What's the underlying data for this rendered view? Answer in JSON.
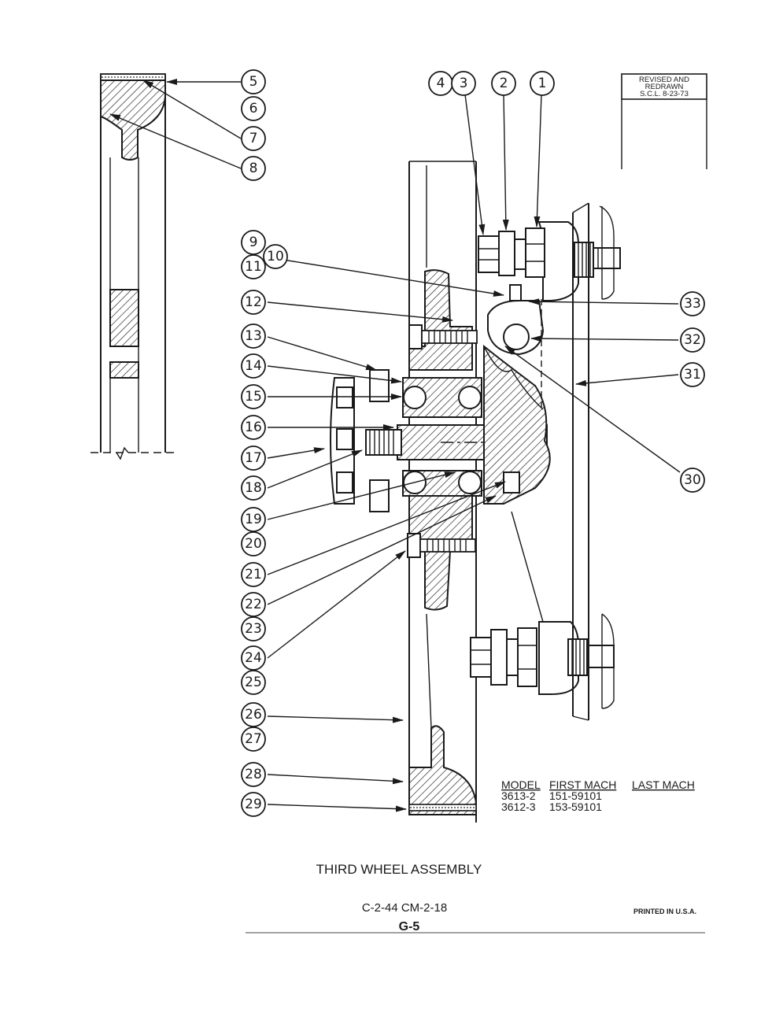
{
  "title": "THIRD WHEEL ASSEMBLY",
  "drawing_ref": "C-2-44 CM-2-18",
  "page_id": "G-5",
  "printed": "PRINTED IN U.S.A.",
  "revision": {
    "line1": "REVISED AND",
    "line2": "REDRAWN",
    "line3": "S.C.L. 8-23-73"
  },
  "model_table": {
    "headers": [
      "MODEL",
      "FIRST MACH",
      "LAST MACH"
    ],
    "rows": [
      [
        "3613-2",
        "151-59101",
        ""
      ],
      [
        "3612-3",
        "153-59101",
        ""
      ]
    ]
  },
  "callouts": [
    "1",
    "2",
    "3",
    "4",
    "5",
    "6",
    "7",
    "8",
    "9",
    "10",
    "11",
    "12",
    "13",
    "14",
    "15",
    "16",
    "17",
    "18",
    "19",
    "20",
    "21",
    "22",
    "23",
    "24",
    "25",
    "26",
    "27",
    "28",
    "29",
    "30",
    "31",
    "32",
    "33"
  ]
}
